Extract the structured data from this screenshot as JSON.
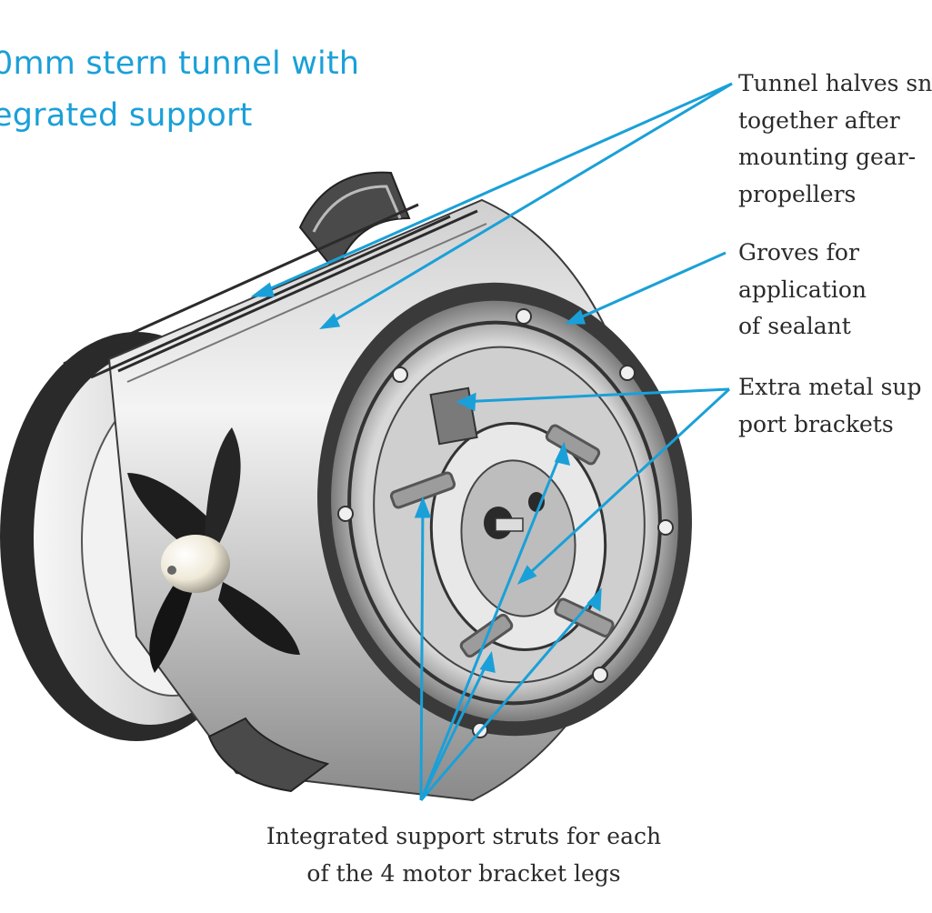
{
  "title": {
    "line1": "0mm stern tunnel with",
    "line2": "egrated support"
  },
  "callouts": {
    "tunnel_halves": [
      "Tunnel halves sn",
      "together after",
      "mounting gear-",
      "propellers"
    ],
    "groves": [
      "Groves for",
      "application",
      "of sealant"
    ],
    "brackets": [
      "Extra metal sup",
      "port brackets"
    ],
    "struts": [
      "Integrated support struts for each",
      "of the 4 motor bracket legs"
    ]
  },
  "colors": {
    "accent": "#1aa0d8",
    "text": "#2b2b2b",
    "metal_dark": "#1e1e1e",
    "metal_light": "#e6e6e6",
    "nose_cone": "#efe9d8"
  }
}
